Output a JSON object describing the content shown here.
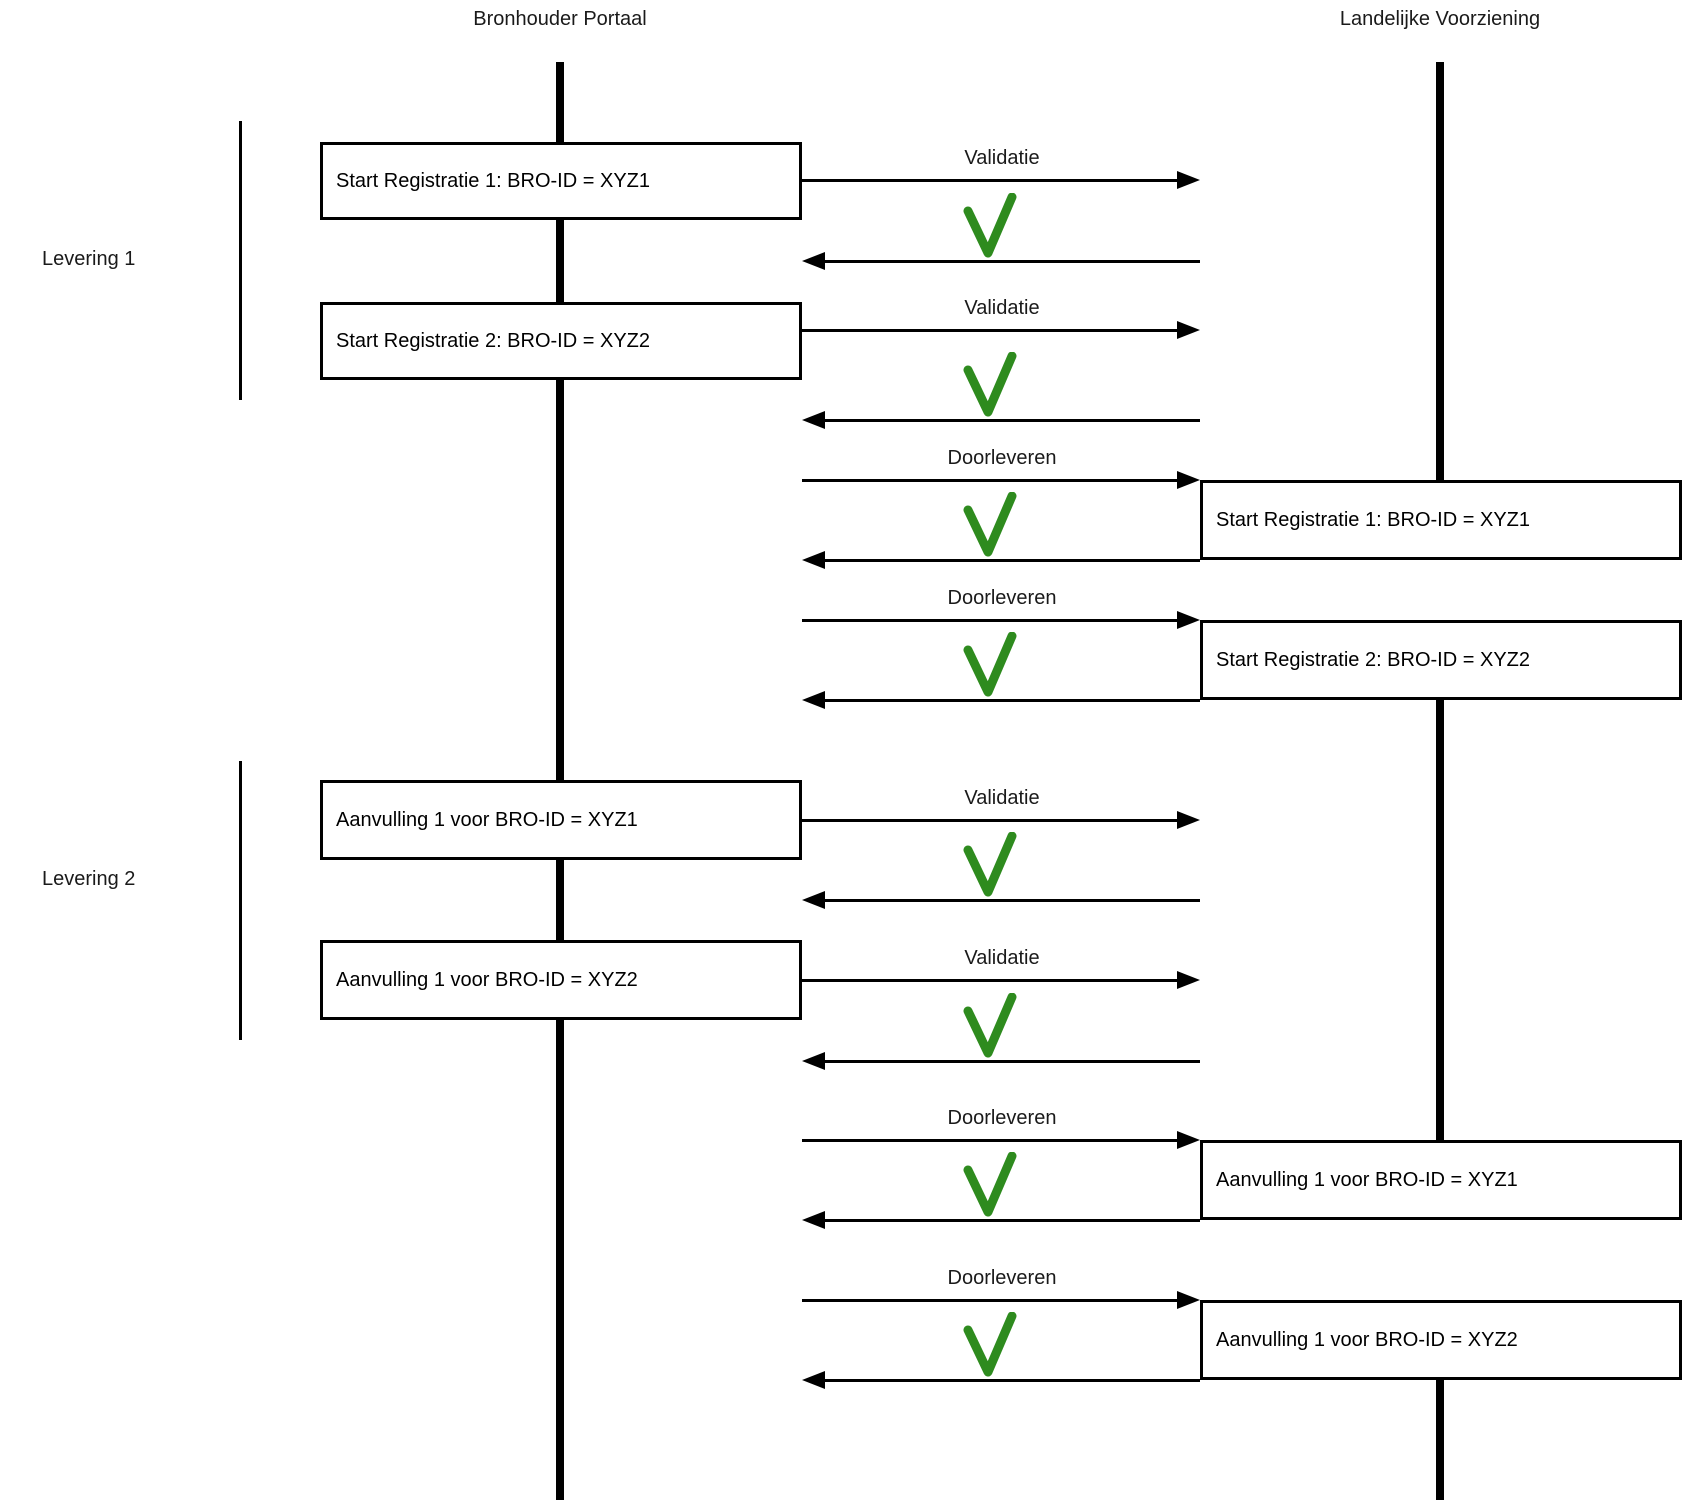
{
  "titles": {
    "left": "Bronhouder Portaal",
    "right": "Landelijke Voorziening"
  },
  "groups": [
    {
      "label": "Levering 1"
    },
    {
      "label": "Levering 2"
    }
  ],
  "left_boxes": [
    {
      "text": "Start Registratie 1: BRO-ID = XYZ1"
    },
    {
      "text": "Start Registratie 2: BRO-ID = XYZ2"
    },
    {
      "text": "Aanvulling 1 voor BRO-ID = XYZ1"
    },
    {
      "text": "Aanvulling 1 voor BRO-ID = XYZ2"
    }
  ],
  "right_boxes": [
    {
      "text": "Start Registratie 1: BRO-ID = XYZ1"
    },
    {
      "text": "Start Registratie 2: BRO-ID = XYZ2"
    },
    {
      "text": "Aanvulling 1 voor BRO-ID = XYZ1"
    },
    {
      "text": "Aanvulling 1 voor BRO-ID = XYZ2"
    }
  ],
  "messages": [
    {
      "label": "Validatie",
      "status": "success"
    },
    {
      "label": "Validatie",
      "status": "success"
    },
    {
      "label": "Doorleveren",
      "status": "success"
    },
    {
      "label": "Doorleveren",
      "status": "success"
    },
    {
      "label": "Validatie",
      "status": "success"
    },
    {
      "label": "Validatie",
      "status": "success"
    },
    {
      "label": "Doorleveren",
      "status": "success"
    },
    {
      "label": "Doorleveren",
      "status": "success"
    }
  ],
  "colors": {
    "check": "#2e8b1e",
    "line": "#000000"
  }
}
